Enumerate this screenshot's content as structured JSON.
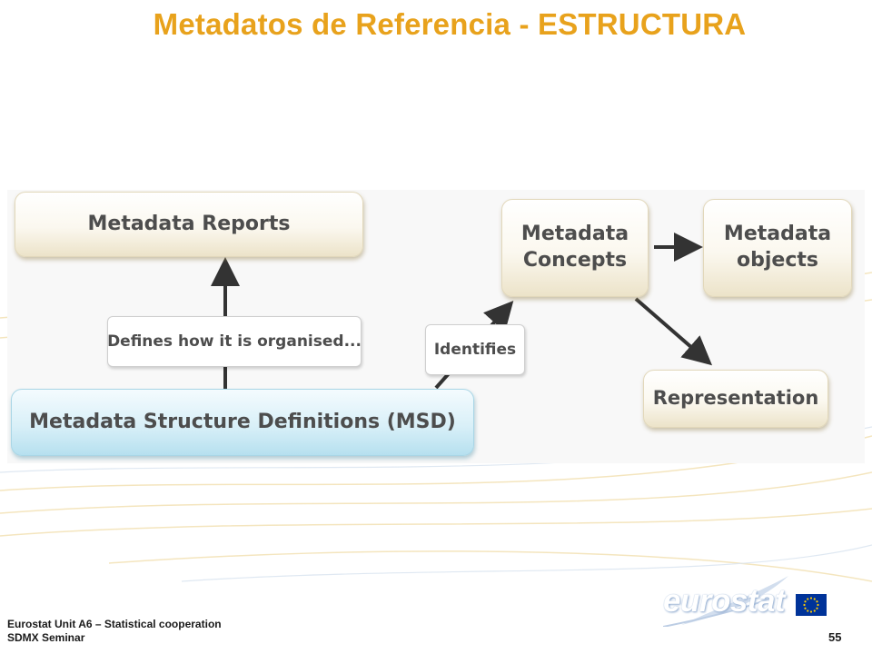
{
  "title": "Metadatos de Referencia - ESTRUCTURA",
  "diagram": {
    "nodes": {
      "metadata_reports": "Metadata Reports",
      "metadata_concepts": "Metadata\nConcepts",
      "metadata_objects": "Metadata\nobjects",
      "representation": "Representation",
      "msd": "Metadata Structure Definitions (MSD)"
    },
    "edge_labels": {
      "defines": "Defines how it is organised...",
      "identifies": "Identifies"
    }
  },
  "footer": {
    "line1": "Eurostat Unit  A6 – Statistical cooperation",
    "line2": "SDMX Seminar",
    "page": "55"
  },
  "logo": {
    "text": "eurostat",
    "icon": "eu-flag-icon"
  },
  "colors": {
    "title": "#E8A21C",
    "node_fill": "#fbf8ef",
    "msd_fill": "#d9f0f8",
    "arrow": "#333333"
  }
}
